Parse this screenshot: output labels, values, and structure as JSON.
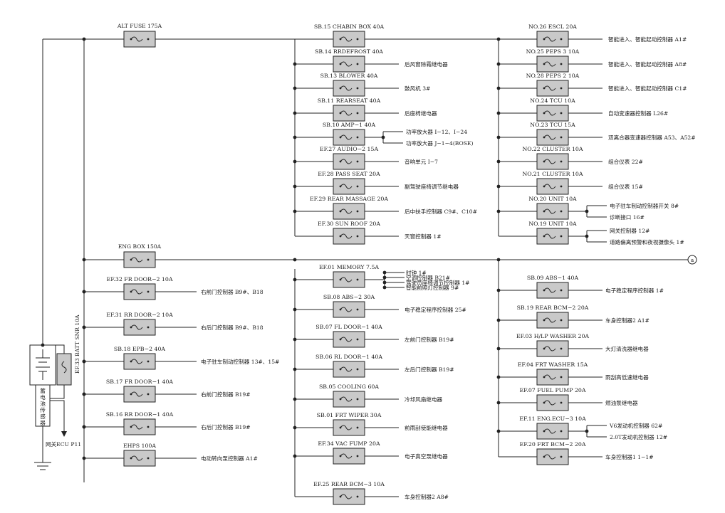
{
  "top_fuses": {
    "alt": "ALT FUSE 175A",
    "eng": "ENG BOX 150A"
  },
  "col1_top": [
    {
      "name": "SB.15 CHABIN BOX 40A",
      "load": ""
    },
    {
      "name": "SB.14 RRDEFROST 40A",
      "load": "后风窗除霜继电器"
    },
    {
      "name": "SB.13 BLOWER 40A",
      "load": "鼓风机 3#"
    },
    {
      "name": "SB.11 REARSEAT 40A",
      "load": "后座椅继电器"
    },
    {
      "name": "SB.10 AMP−1 40A",
      "load": "功率放大器 I−12、I−24",
      "load2": "功率放大器 J−1−4(BOSE)"
    },
    {
      "name": "EF.27 AUDIO−2 15A",
      "load": "音响单元 I−7"
    },
    {
      "name": "EF.28 PASS SEAT 20A",
      "load": "副驾驶座椅调节继电器"
    },
    {
      "name": "EF.29 REAR MASSAGE 20A",
      "load": "后中扶手控制器 C9#、C10#"
    },
    {
      "name": "EF.30 SUN ROOF 20A",
      "load": "天窗控制器 1#"
    }
  ],
  "col2_top": [
    {
      "name": "NO.26 ESCL 20A",
      "load": "智能进入、智能起动控制器 A1#"
    },
    {
      "name": "NO.25 PEPS 3 10A",
      "load": "智能进入、智能起动控制器 A8#"
    },
    {
      "name": "NO.28 PEPS 2 10A",
      "load": "智能进入、智能起动控制器 C1#"
    },
    {
      "name": "NO.24 TCU 10A",
      "load": "自动变速器控制器 L26#"
    },
    {
      "name": "NO.23 TCU 15A",
      "load": "双离合器变速器控制器 A53、A52#"
    },
    {
      "name": "NO.22 CLUSTER 10A",
      "load": "组合仪表 22#"
    },
    {
      "name": "NO.21 CLUSTER 10A",
      "load": "组合仪表 15#"
    },
    {
      "name": "NO.20 UNIT 10A",
      "load": "电子驻车制动控制器开关 8#",
      "load2": "诊断接口 16#"
    },
    {
      "name": "NO.19 UNIT 10A",
      "load": "网关控制器 12#",
      "load2": "道路偏离预警和夜视摄像头 1#"
    }
  ],
  "col0_bottom": [
    {
      "name": "EF.32 FR DOOR−2 10A",
      "load": "右前门控制器 B9#、B18"
    },
    {
      "name": "EF.31 RR DOOR−2 10A",
      "load": "右后门控制器 B9#、B18"
    },
    {
      "name": "SB.18 EPB−2 40A",
      "load": "电子驻车制动控制器  13#、15#"
    },
    {
      "name": "SB.17 FR DOOR−1 40A",
      "load": "右前门控制器 B19#"
    },
    {
      "name": "SB.16 RR DOOR−1 40A",
      "load": "右后门控制器 B19#"
    },
    {
      "name": "EHPS 100A",
      "load": "电动转向泵控制器  A1#"
    }
  ],
  "col1_bottom": [
    {
      "name": "EF.01 MEMORY 7.5A",
      "loads": [
        "时钟 1#",
        "空调控制器 B21#",
        "驾驶员座椅调节控制器 1#",
        "智能前照灯控制器 9#"
      ]
    },
    {
      "name": "SB.08 ABS−2 30A",
      "load": "电子稳定程序控制器 25#"
    },
    {
      "name": "SB.07 FL DOOR−1 40A",
      "load": "左前门控制器 B19#"
    },
    {
      "name": "SB.06 RL DOOR−1 40A",
      "load": "左后门控制器 B19#"
    },
    {
      "name": "SB.05 COOLING 60A",
      "load": "冷却风扇继电器"
    },
    {
      "name": "SB.01 FRT WIPER 30A",
      "load": "前雨刮使能继电器"
    },
    {
      "name": "EF.34 VAC FUMP 20A",
      "load": "电子真空泵继电器"
    },
    {
      "name": "EF.25 REAR BCM−3 10A",
      "load": "车身控制器2 A8#"
    }
  ],
  "col2_bottom": [
    {
      "name": "SB.09 ABS−1 40A",
      "load": "电子稳定程序控制器 1#"
    },
    {
      "name": "SB.19 REAR BCM−2 20A",
      "load": "车身控制器2 A1#"
    },
    {
      "name": "EF.03 H/LP WASHER 20A",
      "load": "大灯清洗器继电器"
    },
    {
      "name": "EF.04 FRT WASHER 15A",
      "load": "雨刮高低速继电器"
    },
    {
      "name": "EF.07 FUEL PUMP 20A",
      "load": "燃油泵继电器"
    },
    {
      "name": "EF.11 ENG.ECU−3 10A",
      "load": "V6发动机控制器 62#",
      "load2": "2.0T发动机控制器 12#"
    },
    {
      "name": "EF.20 FRT BCM−2 20A",
      "load": "车身控制器1 1−1#"
    }
  ],
  "battery": {
    "sensor_label": "蓄电池传感器",
    "ecu_label": "网关ECU P11",
    "snr_fuse": "EF.33 BATT SNR 10A"
  },
  "connector": "a"
}
